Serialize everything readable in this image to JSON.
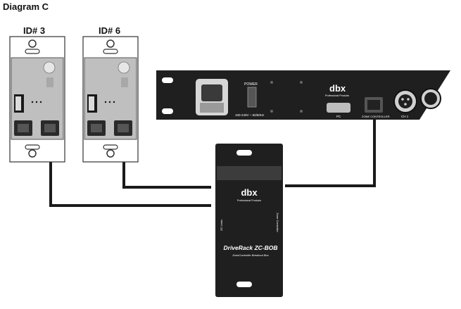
{
  "diagram": {
    "title": "Diagram C",
    "wall_panels": [
      {
        "id_label": "ID# 3"
      },
      {
        "id_label": "ID# 6"
      }
    ],
    "rack_unit": {
      "brand": "dbx",
      "brand_sub": "Professional Products",
      "power_label": "POWER",
      "voltage_label": "100-240V ~ 50/60Hz",
      "pc_label": "PC",
      "zone_label": "ZONE CONTROLLER",
      "ch_label": "CH 1"
    },
    "zone_controller": {
      "brand": "dbx",
      "brand_sub": "Professional Products",
      "model": "DriveRack ZC-BOB",
      "subtitle": "ZoneController Breakout Box",
      "side_left": "ZC Links",
      "side_right": "Zone Controller"
    }
  }
}
